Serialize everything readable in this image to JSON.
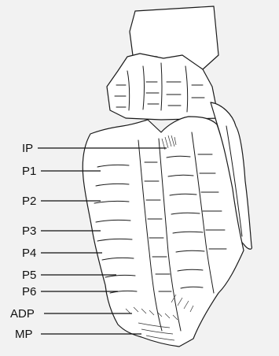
{
  "labels": {
    "ip": "IP",
    "p1": "P1",
    "p2": "P2",
    "p3": "P3",
    "p4": "P4",
    "p5": "P5",
    "p6": "P6",
    "adp": "ADP",
    "mp": "MP"
  },
  "colors": {
    "background": "#f2f2f2",
    "line": "#1a1a1a",
    "fill": "#ffffff"
  }
}
